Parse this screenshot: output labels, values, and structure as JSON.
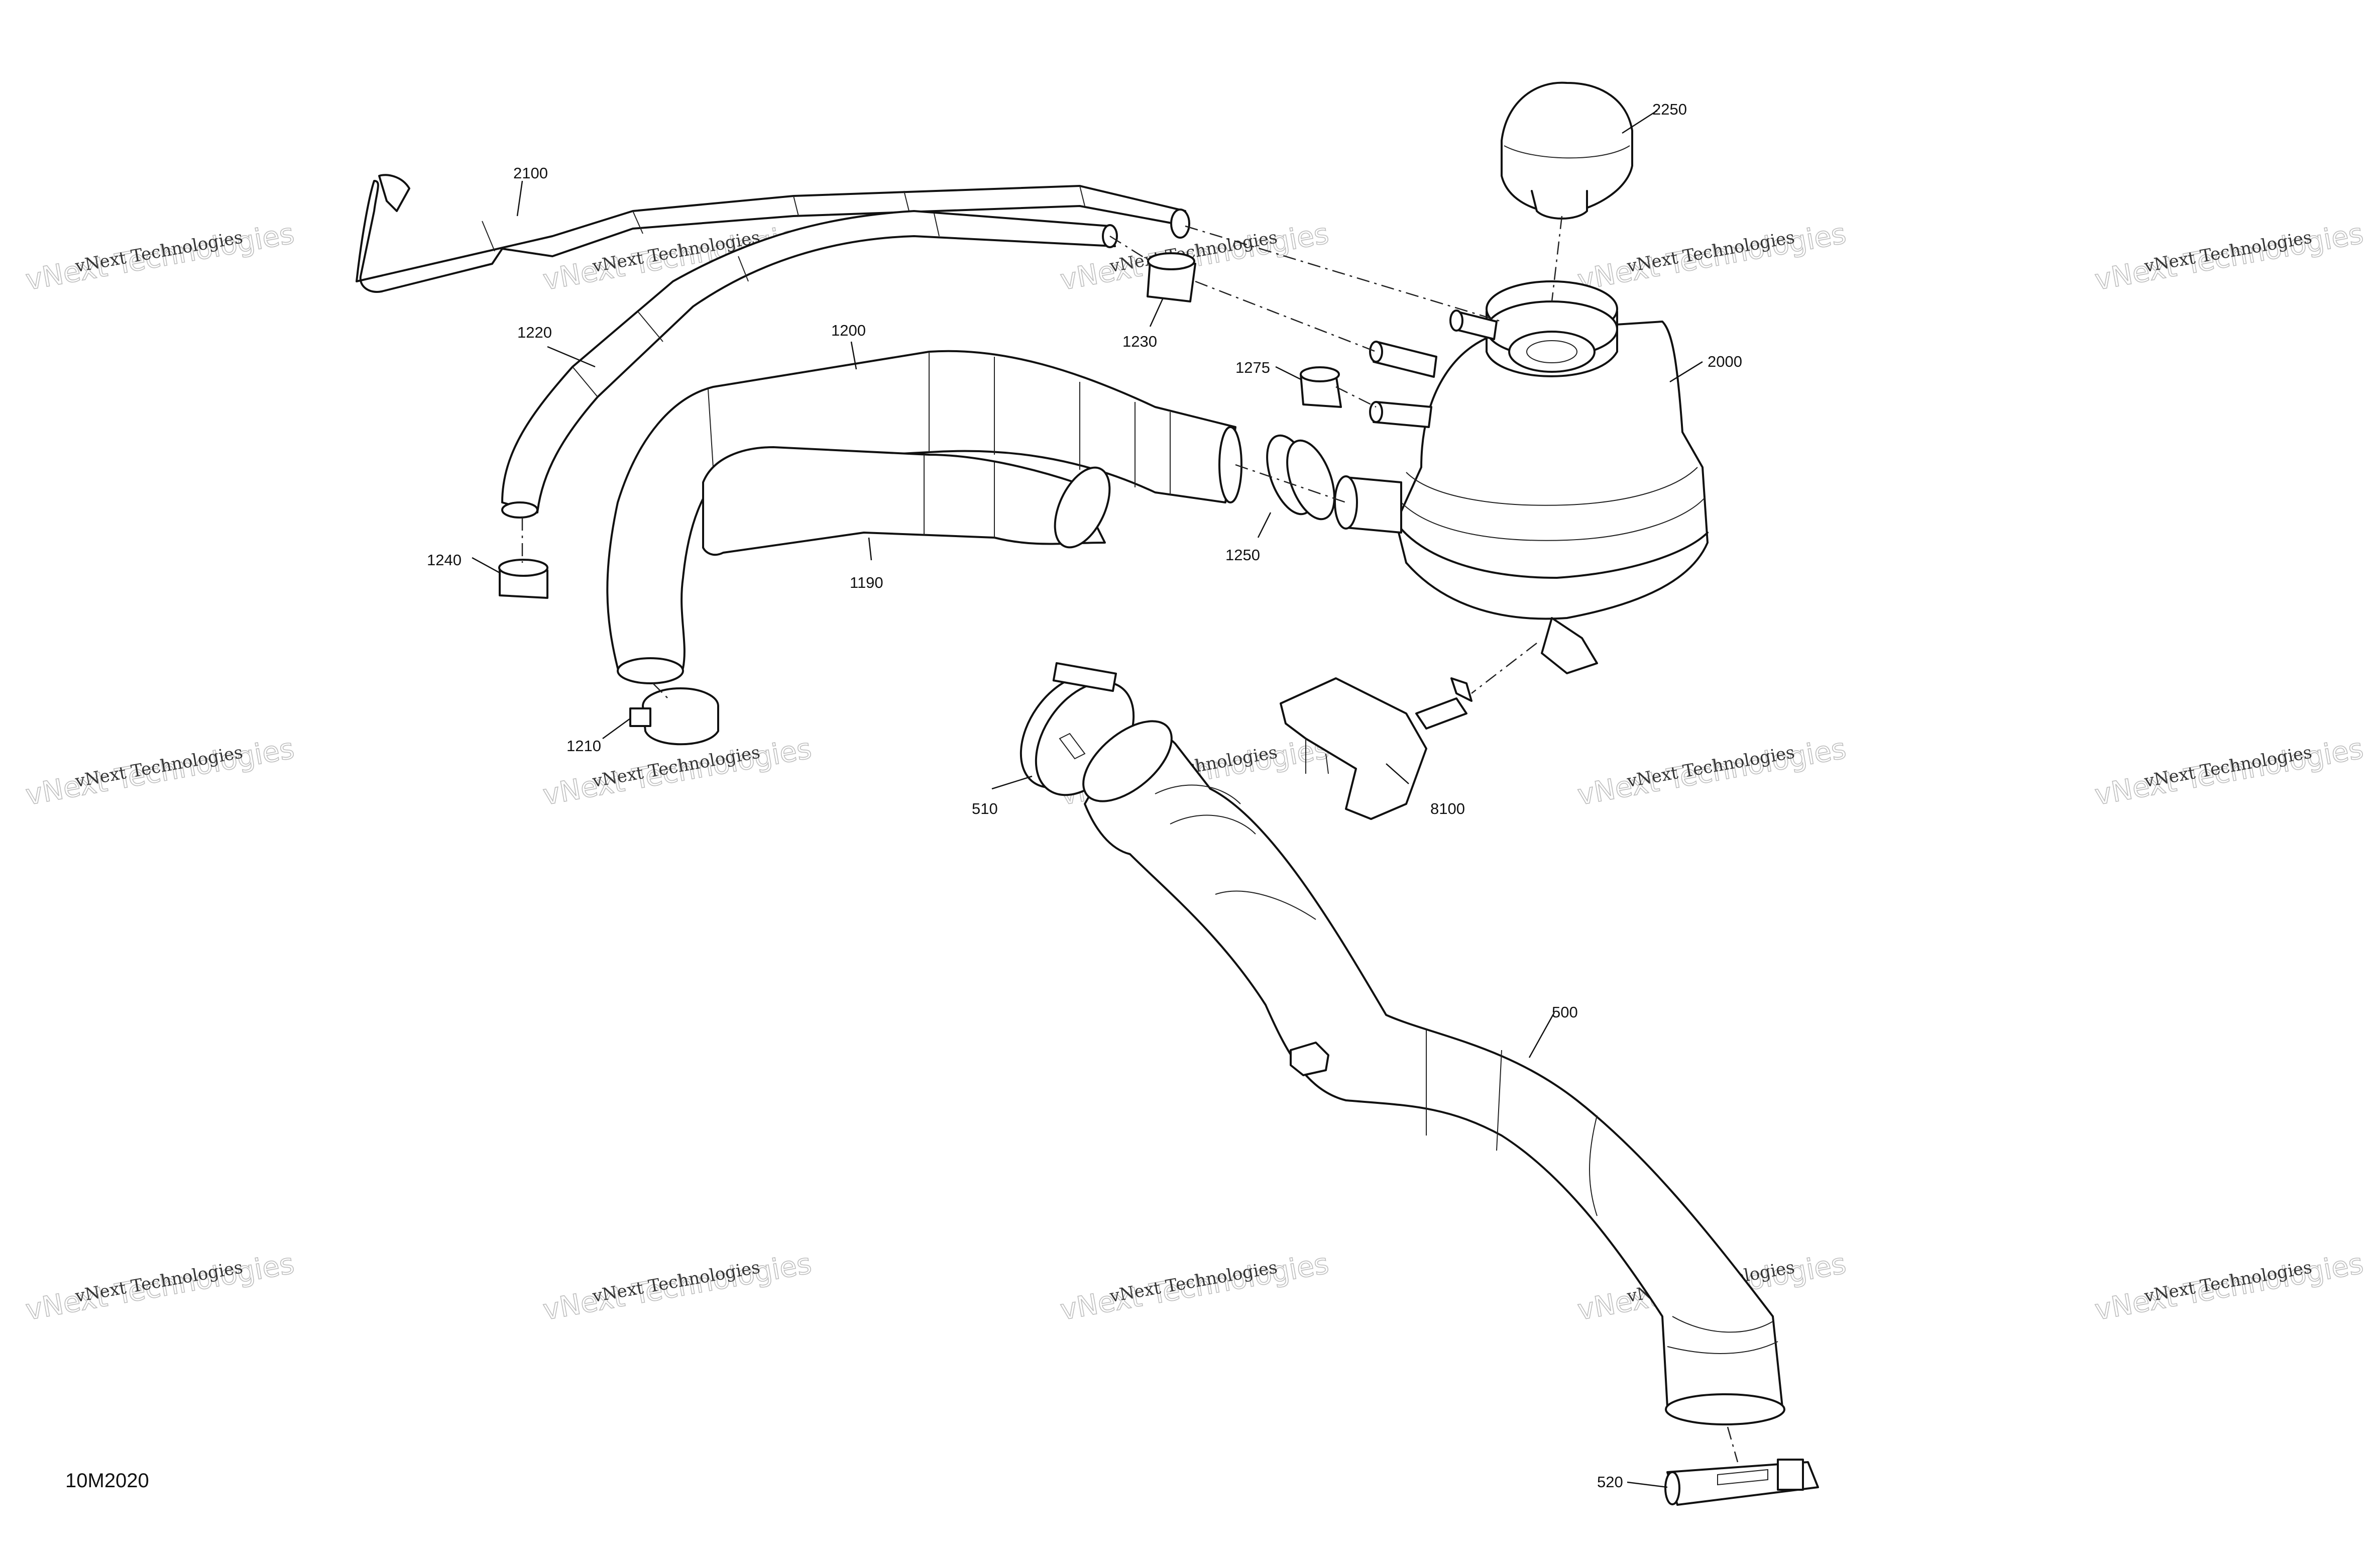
{
  "figure_code": "10M2020",
  "watermark": {
    "line1": "vNext Technologies",
    "line2": "vNext Technologies"
  },
  "callouts": [
    {
      "id": "2100",
      "text": "2100"
    },
    {
      "id": "2250",
      "text": "2250"
    },
    {
      "id": "1230",
      "text": "1230"
    },
    {
      "id": "1220",
      "text": "1220"
    },
    {
      "id": "1200",
      "text": "1200"
    },
    {
      "id": "2000",
      "text": "2000"
    },
    {
      "id": "1275",
      "text": "1275"
    },
    {
      "id": "1250",
      "text": "1250"
    },
    {
      "id": "1240",
      "text": "1240"
    },
    {
      "id": "1190",
      "text": "1190"
    },
    {
      "id": "1210",
      "text": "1210"
    },
    {
      "id": "510",
      "text": "510"
    },
    {
      "id": "8100",
      "text": "8100"
    },
    {
      "id": "500",
      "text": "500"
    },
    {
      "id": "520",
      "text": "520"
    }
  ]
}
